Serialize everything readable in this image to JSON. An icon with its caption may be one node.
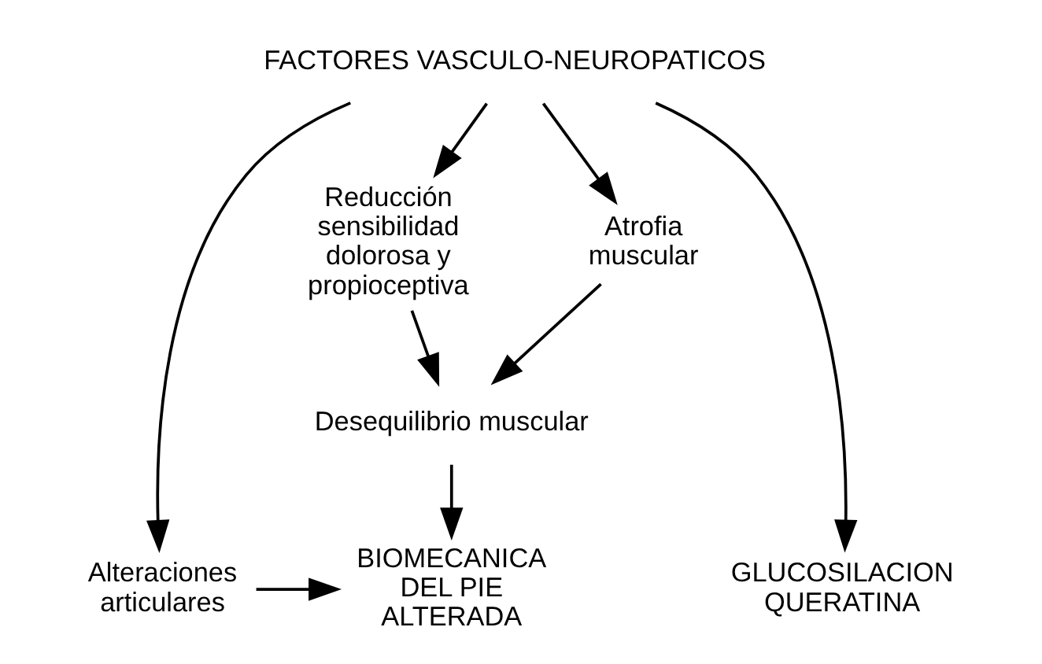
{
  "diagram": {
    "nodes": [
      {
        "text": [
          "FACTORES VASCULO-NEUROPATICOS"
        ]
      },
      {
        "text": [
          "Reducción sensibilidad dolorosa y propioceptiva"
        ]
      },
      {
        "text": [
          "Atrofia muscular"
        ]
      },
      {
        "text": [
          "Desequilibrio muscular"
        ]
      },
      {
        "text": [
          "Alteraciones articulares"
        ]
      },
      {
        "text": [
          "BIOMECANICA DEL PIE ALTERADA"
        ]
      },
      {
        "text": [
          "GLUCOSILACION QUERATINA"
        ]
      }
    ],
    "edges": [
      {
        "from": 0,
        "to": 1,
        "arrow": "to"
      },
      {
        "from": 0,
        "to": 2,
        "arrow": "to"
      },
      {
        "from": 0,
        "to": 4,
        "arrow": "to"
      },
      {
        "from": 0,
        "to": 6,
        "arrow": "to"
      },
      {
        "from": 1,
        "to": 3,
        "arrow": "to"
      },
      {
        "from": 2,
        "to": 3,
        "arrow": "to"
      },
      {
        "from": 3,
        "to": 5,
        "arrow": "to"
      },
      {
        "from": 4,
        "to": 5,
        "arrow": "to"
      }
    ]
  }
}
